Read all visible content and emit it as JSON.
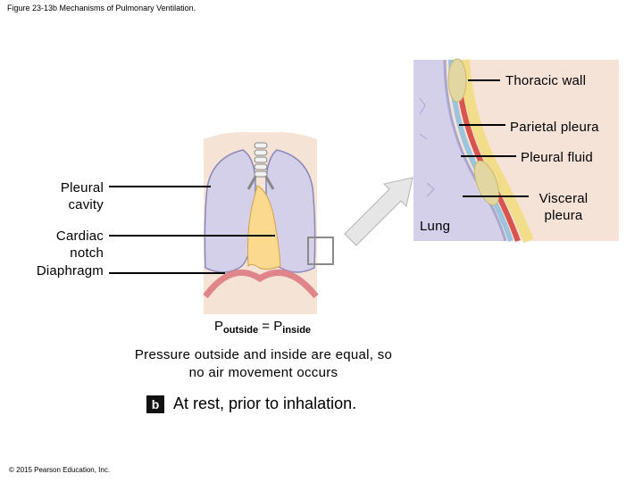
{
  "figure_title": "Figure 23-13b Mechanisms of Pulmonary Ventilation.",
  "labels": {
    "pleural_cavity": "Pleural cavity",
    "cardiac_notch": "Cardiac notch",
    "diaphragm": "Diaphragm",
    "thoracic_wall": "Thoracic wall",
    "parietal_pleura": "Parietal pleura",
    "pleural_fluid": "Pleural fluid",
    "visceral_pleura": "Visceral pleura",
    "lung": "Lung"
  },
  "pressure": {
    "p_outside": "P",
    "outside_sub": "outside",
    "equals": " = ",
    "p_inside": "P",
    "inside_sub": "inside"
  },
  "caption_description": "Pressure outside and inside are equal, so no air movement occurs",
  "panel": {
    "letter": "b",
    "text": "At rest, prior to inhalation."
  },
  "copyright": "© 2015 Pearson Education, Inc.",
  "colors": {
    "lung_fill": "#d4d0ea",
    "lung_stroke": "#8a87b8",
    "skin": "#f5e3d5",
    "mediastinum": "#fbd98e",
    "diaphragm": "#e0858a",
    "thoracic_wall_yellow": "#f2de8a",
    "parietal_red": "#d9534f",
    "pleural_fluid_blue": "#9cc4dd"
  }
}
